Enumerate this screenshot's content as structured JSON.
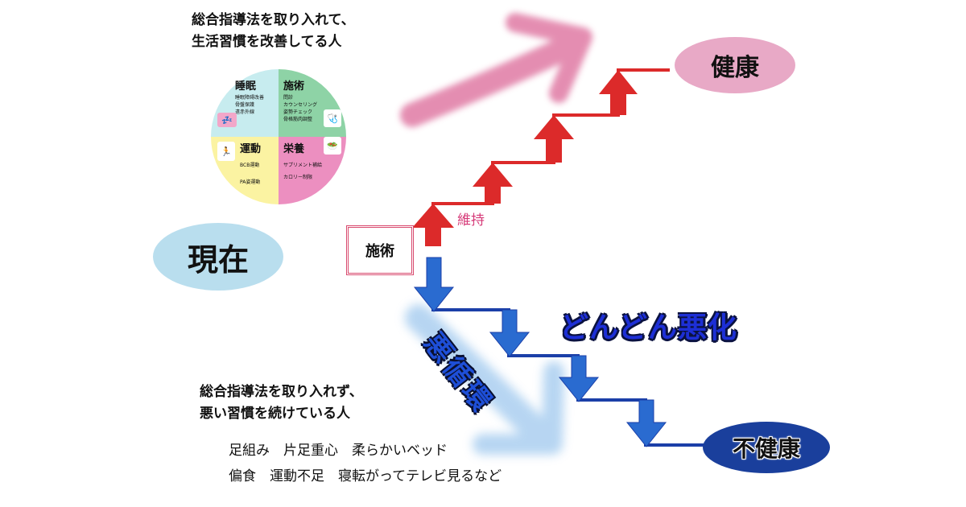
{
  "colors": {
    "up_red": "#dc2a2a",
    "down_blue": "#2a6bd0",
    "down_line": "#1b3fa8",
    "health_pink": "#e8a9c6",
    "current_blue": "#b9deee",
    "unhealth_navy": "#1a3f9c",
    "pie_sleep": "#c7ecef",
    "pie_treatment": "#8ed3a6",
    "pie_exercise": "#fbf3a2",
    "pie_nutrition": "#ec8fc0"
  },
  "top_caption": {
    "line1": "総合指導法を取り入れて、",
    "line2": "生活習慣を改善してる人"
  },
  "bottom_caption": {
    "line1": "総合指導法を取り入れず、",
    "line2": "悪い習慣を続けている人"
  },
  "bad_habits": {
    "line1": "足組み　片足重心　柔らかいベッド",
    "line2": "偏食　運動不足　寝転がってテレビ見るなど"
  },
  "pie": {
    "sleep": {
      "title": "睡眠",
      "items": [
        "睡眠障碍改善",
        "骨盤保護",
        "遠赤外線"
      ],
      "icon": "sleeping-person-icon"
    },
    "treatment": {
      "title": "施術",
      "items": [
        "問診",
        "カウンセリング",
        "姿勢チェック",
        "骨格筋肉調整"
      ],
      "icon": "treatment-icon"
    },
    "exercise": {
      "title": "運動",
      "items": [
        "BCB運動",
        "PA姿運動"
      ],
      "icon": "exercising-person-icon"
    },
    "nutrition": {
      "title": "栄養",
      "items": [
        "サプリメント補給",
        "カロリー制限"
      ],
      "icon": "eating-person-icon"
    }
  },
  "labels": {
    "current": "現在",
    "health": "健康",
    "unhealth": "不健康",
    "treatment_box": "施術",
    "maintain": "維持",
    "worsening": "どんどん悪化",
    "vicious_cycle": "悪循環"
  }
}
